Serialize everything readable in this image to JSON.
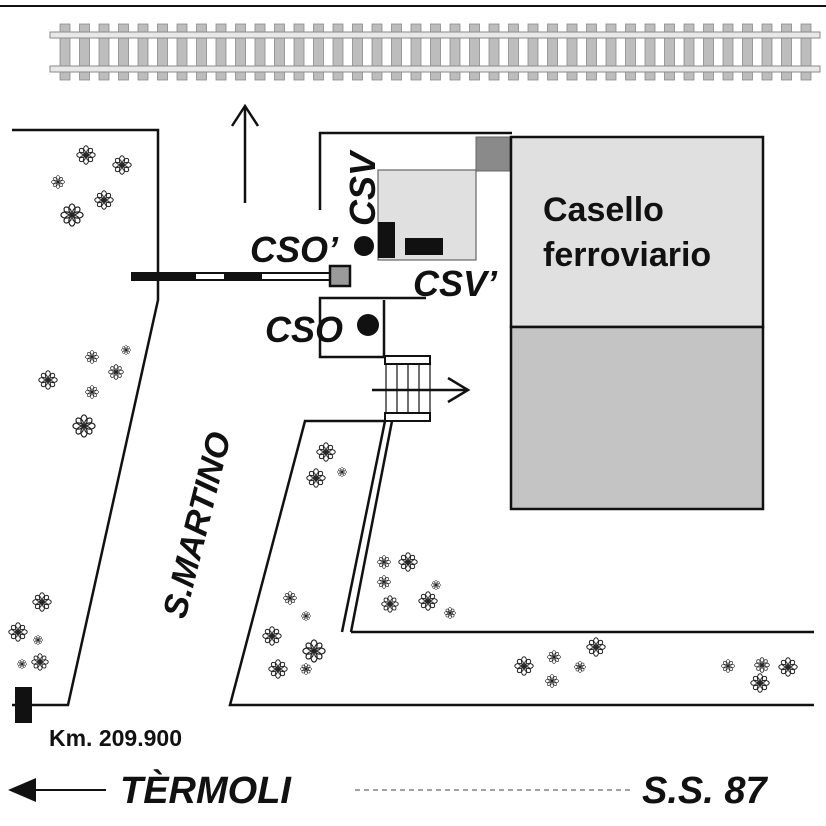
{
  "labels": {
    "building": [
      "Casello",
      "ferroviario"
    ],
    "csv": "CSV",
    "csv_prime": "CSV’",
    "cso": "CSO",
    "cso_prime": "CSO’",
    "road": "S.MARTINO",
    "km": "Km. 209.900",
    "direction": "TÈRMOLI",
    "highway": "S.S. 87"
  },
  "colors": {
    "ink": "#111111",
    "building_light": "#e0e0e0",
    "building_dark": "#c4c4c4",
    "rail_tie": "#bdbdbd",
    "rail": "#9a9a9a",
    "small_box": "#8a8a8a"
  },
  "icons": {
    "arrows": [
      "arrow-up-icon",
      "arrow-right-icon",
      "arrow-left-icon"
    ],
    "flower": "flower-icon",
    "signal": "signal-light-icon"
  }
}
